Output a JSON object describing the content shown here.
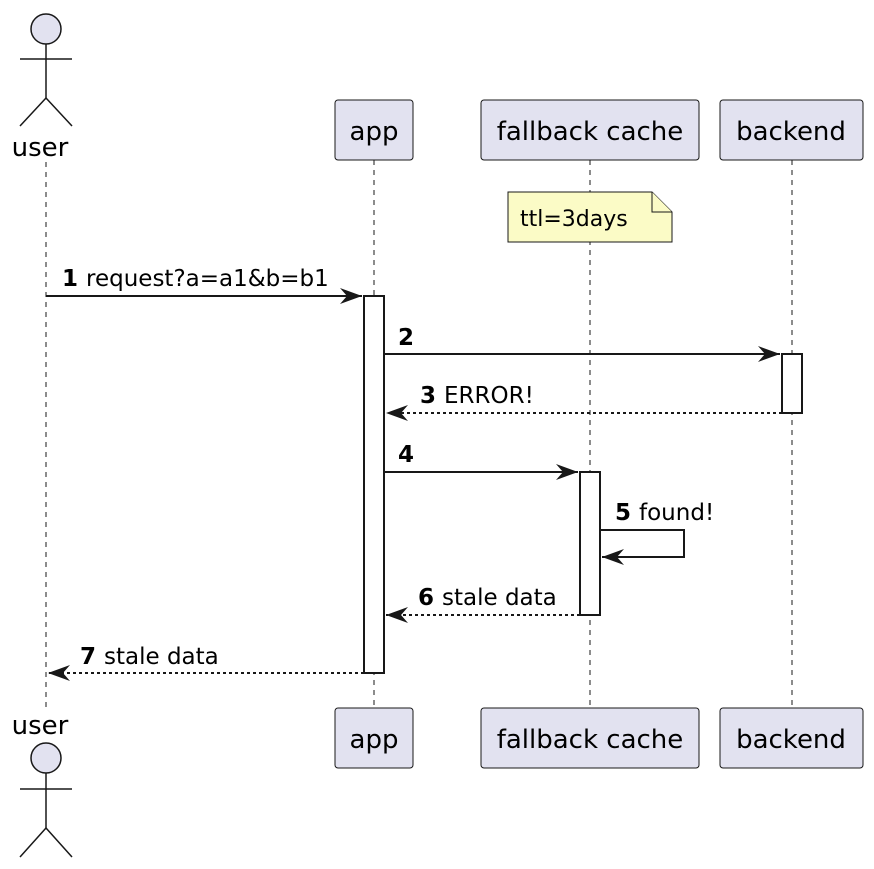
{
  "participants": {
    "user": "user",
    "app": "app",
    "cache": "fallback cache",
    "backend": "backend"
  },
  "note": "ttl=3days",
  "messages": [
    {
      "num": "1",
      "text": "request?a=a1&b=b1"
    },
    {
      "num": "2",
      "text": ""
    },
    {
      "num": "3",
      "text": "ERROR!"
    },
    {
      "num": "4",
      "text": ""
    },
    {
      "num": "5",
      "text": "found!"
    },
    {
      "num": "6",
      "text": "stale data"
    },
    {
      "num": "7",
      "text": "stale data"
    }
  ]
}
